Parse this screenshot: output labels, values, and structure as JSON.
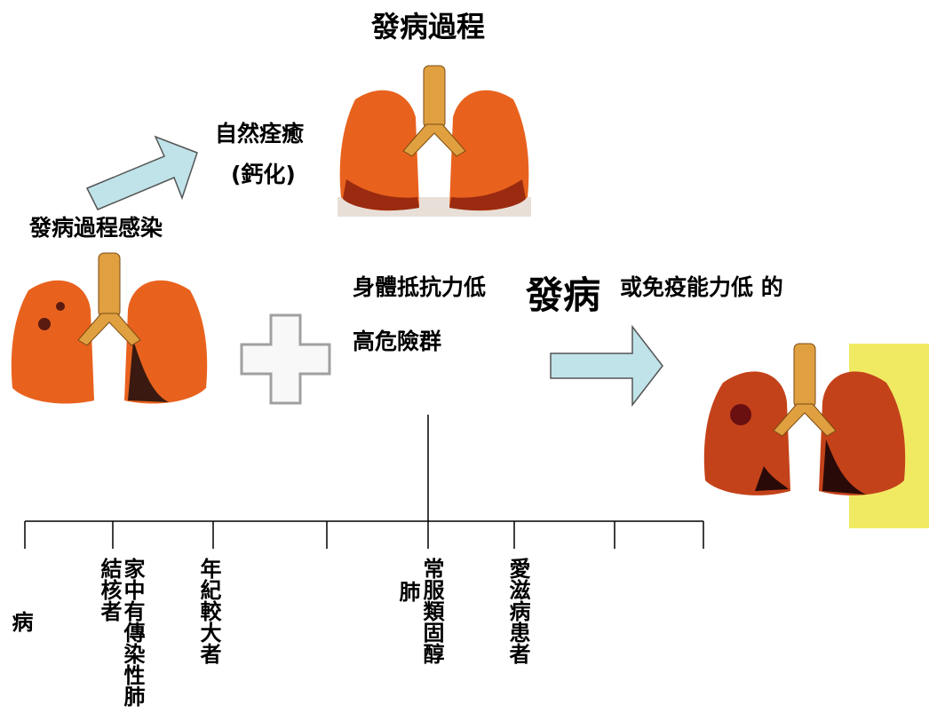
{
  "title": "發病過程",
  "labels": {
    "infection": "發病過程感染",
    "natural_healing_1": "自然痊癒",
    "natural_healing_2": "(鈣化)",
    "low_immunity_body": "身體抵抗力低",
    "onset": "發病",
    "low_immune_function": "或免疫能力低 的",
    "high_risk": "高危險群"
  },
  "risk_groups": {
    "disease": "病",
    "family_tb_1": "家中有傳染性肺",
    "family_tb_2": "結核者",
    "elderly": "年紀較大者",
    "steroid_1": "常服類固醇",
    "steroid_2": "肺",
    "aids": "愛滋病患者"
  },
  "colors": {
    "arrow_fill": "#bfe3e8",
    "arrow_stroke": "#555555",
    "lung_orange": "#e8621e",
    "lung_dark": "#9a2a10",
    "trachea": "#e0a040",
    "yellow_panel": "#f0ea63",
    "plus_gray": "#a0a0a0"
  },
  "icons": [
    "right-arrow-icon",
    "plus-icon",
    "lungs-icon"
  ]
}
